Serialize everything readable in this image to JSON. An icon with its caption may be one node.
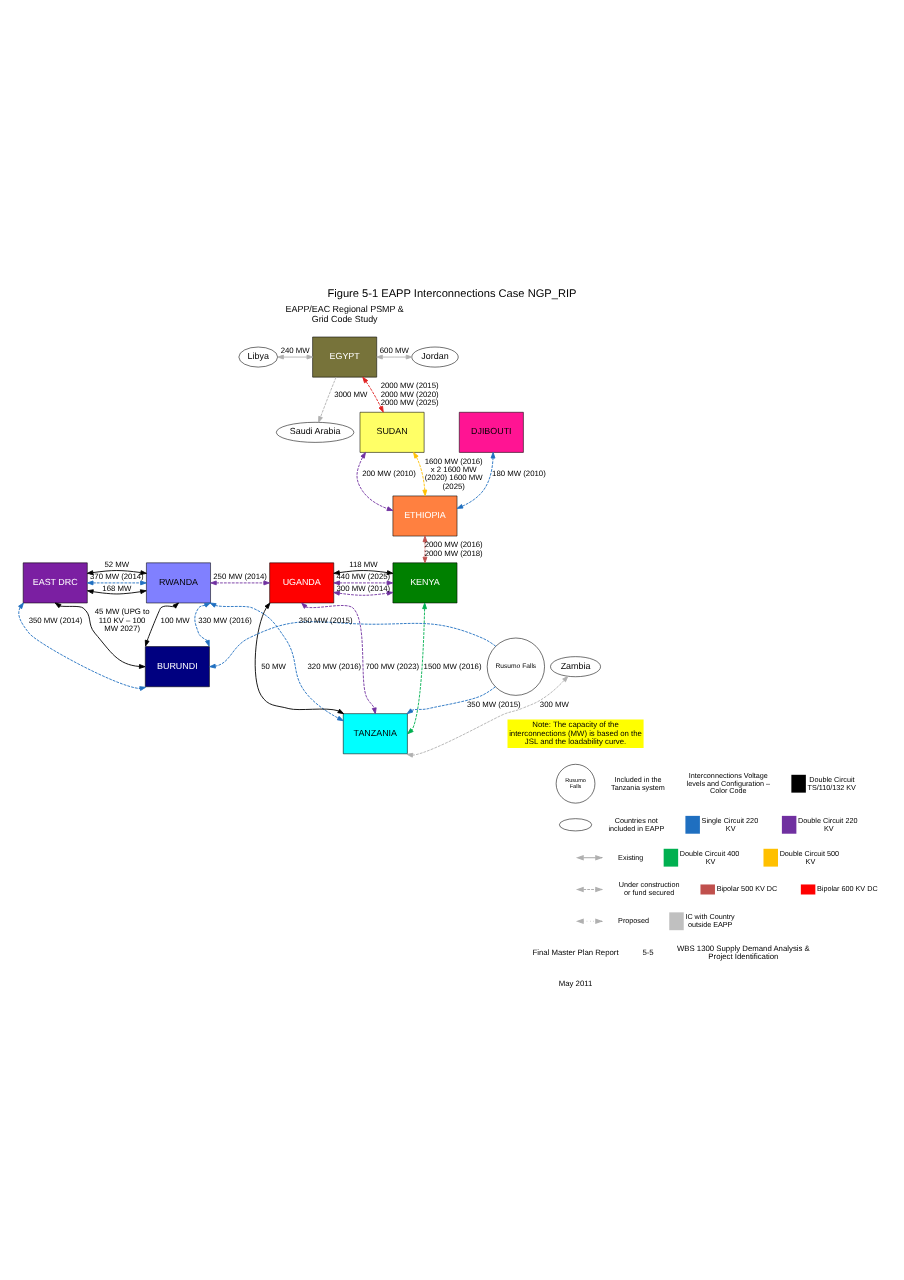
{
  "diagram": {
    "title": "Figure 5-1 EAPP Interconnections Case NGP_RIP",
    "nodes": [
      {
        "text": [
          "Libya"
        ]
      },
      {
        "text": [
          "EGYPT"
        ]
      },
      {
        "text": [
          "Jordan"
        ]
      },
      {
        "text": [
          "Saudi Arabia"
        ]
      },
      {
        "text": [
          "DJIBOUTI"
        ]
      },
      {
        "text": [
          "SUDAN"
        ]
      },
      {
        "text": [
          "ETHIOPIA"
        ]
      },
      {
        "text": [
          "EAST DRC"
        ]
      },
      {
        "text": [
          "RWANDA"
        ]
      },
      {
        "text": [
          "UGANDA"
        ]
      },
      {
        "text": [
          "KENYA"
        ]
      },
      {
        "text": [
          "BURUNDI"
        ]
      },
      {
        "text": [
          "Rusumo Falls"
        ]
      },
      {
        "text": [
          "TANZANIA"
        ]
      },
      {
        "text": [
          "Zambia"
        ]
      }
    ],
    "edges": [
      {
        "from": 0,
        "to": 1,
        "arrow": "both",
        "label": "240 MW",
        "color": "#b0b0b0"
      },
      {
        "from": 1,
        "to": 2,
        "arrow": "both",
        "label": "600 MW",
        "color": "#b0b0b0"
      },
      {
        "from": 1,
        "to": 3,
        "arrow": "to",
        "label": "3000 MW",
        "style": "dashed",
        "color": "#b0b0b0"
      },
      {
        "from": 1,
        "to": 5,
        "arrow": "both",
        "label": "2000 MW (2015) 2000 MW (2020) 2000 MW (2025)",
        "style": "dashed",
        "color": "#e02020"
      },
      {
        "from": 5,
        "to": 6,
        "arrow": "both",
        "label": "1600 MW (2016) x 2 1600 MW (2020) 1600 MW (2025)",
        "style": "dashed",
        "color": "#ffc000"
      },
      {
        "from": 5,
        "to": 6,
        "arrow": "both",
        "label": "200 MW (2010)",
        "style": "dashed",
        "color": "#7030a0"
      },
      {
        "from": 6,
        "to": 4,
        "arrow": "both",
        "label": "180 MW (2010)",
        "style": "dashed",
        "color": "#1f6fc0"
      },
      {
        "from": 6,
        "to": 10,
        "arrow": "both",
        "label": "2000 MW (2016) 2000 MW (2018)",
        "style": "dashed",
        "color": "#c0504d"
      },
      {
        "from": 7,
        "to": 8,
        "arrow": "both",
        "label": "370 MW (2014)",
        "style": "dashed",
        "color": "#1f6fc0"
      },
      {
        "from": 7,
        "to": 8,
        "arrow": "both",
        "label": "52 MW",
        "color": "#000000"
      },
      {
        "from": 7,
        "to": 8,
        "arrow": "both",
        "label": "168 MW",
        "color": "#000000"
      },
      {
        "from": 8,
        "to": 9,
        "arrow": "both",
        "label": "250 MW (2014)",
        "style": "dashed",
        "color": "#7030a0"
      },
      {
        "from": 9,
        "to": 10,
        "arrow": "both",
        "label": "440 MW (2025)",
        "style": "dashed",
        "color": "#7030a0"
      },
      {
        "from": 9,
        "to": 10,
        "arrow": "both",
        "label": "300 MW (2014)",
        "style": "dashed",
        "color": "#7030a0"
      },
      {
        "from": 9,
        "to": 10,
        "arrow": "both",
        "label": "118 MW",
        "color": "#000000"
      },
      {
        "from": 8,
        "to": 11,
        "arrow": "both",
        "label": "100 MW",
        "color": "#000000"
      },
      {
        "from": 8,
        "to": 11,
        "arrow": "both",
        "label": "330 MW (2016)",
        "style": "dashed",
        "color": "#1f6fc0"
      },
      {
        "from": 8,
        "to": 13,
        "arrow": "both",
        "label": "320 MW (2016)",
        "style": "dashed",
        "color": "#1f6fc0"
      },
      {
        "from": 9,
        "to": 13,
        "arrow": "both",
        "label": "50 MW",
        "color": "#000000"
      },
      {
        "from": 9,
        "to": 13,
        "arrow": "both",
        "label": "700 MW (2023)",
        "style": "dashed",
        "color": "#7030a0"
      },
      {
        "from": 10,
        "to": 13,
        "arrow": "both",
        "label": "1500 MW (2016)",
        "style": "dashed",
        "color": "#00b050"
      },
      {
        "from": 7,
        "to": 11,
        "arrow": "both",
        "label": "45 MW (UPG to 110 KV – 100 MW 2027)",
        "color": "#000000"
      },
      {
        "from": 7,
        "to": 11,
        "arrow": "both",
        "label": "350 MW (2014)",
        "style": "dashed",
        "color": "#1f6fc0"
      },
      {
        "from": 12,
        "to": 11,
        "arrow": "to",
        "label": "350 MW (2015)",
        "style": "dashed",
        "color": "#1f6fc0"
      },
      {
        "from": 12,
        "to": 13,
        "arrow": "to",
        "label": "350 MW (2015)",
        "style": "dashed",
        "color": "#1f6fc0"
      },
      {
        "from": 14,
        "to": 13,
        "arrow": "both",
        "label": "300 MW",
        "style": "dashed",
        "color": "#b0b0b0"
      }
    ],
    "labels": [
      "EAPP/EAC Regional PSMP & Grid Code Study",
      "Note: The capacity of the interconnections (MW) is based on the JSL and the loadability curve.",
      "Rusumo Falls",
      "Interconnections Voltage levels and Configuration – Color Code",
      "Final Master Plan Report",
      "May 2011",
      "5-5",
      "WBS 1300 Supply Demand Analysis & Project Identification"
    ],
    "legend": [
      {
        "text": "Included in the Tanzania system"
      },
      {
        "text": "Countries not included in EAPP"
      },
      {
        "text": "Existing"
      },
      {
        "text": "Under construction or fund secured"
      },
      {
        "text": "Proposed"
      },
      {
        "text": "Double Circuit TS/110/132 KV",
        "color": "#000000"
      },
      {
        "text": "Single Circuit 220 KV",
        "color": "#1f6fc0"
      },
      {
        "text": "Double Circuit 220 KV",
        "color": "#7030a0"
      },
      {
        "text": "Double Circuit 400 KV",
        "color": "#00b050"
      },
      {
        "text": "Double Circuit 500 KV",
        "color": "#ffc000"
      },
      {
        "text": "Bipolar 500 KV DC",
        "color": "#c0504d"
      },
      {
        "text": "Bipolar 600 KV DC",
        "color": "#ff0000"
      },
      {
        "text": "IC with Country outside EAPP",
        "color": "#c0c0c0"
      }
    ]
  }
}
